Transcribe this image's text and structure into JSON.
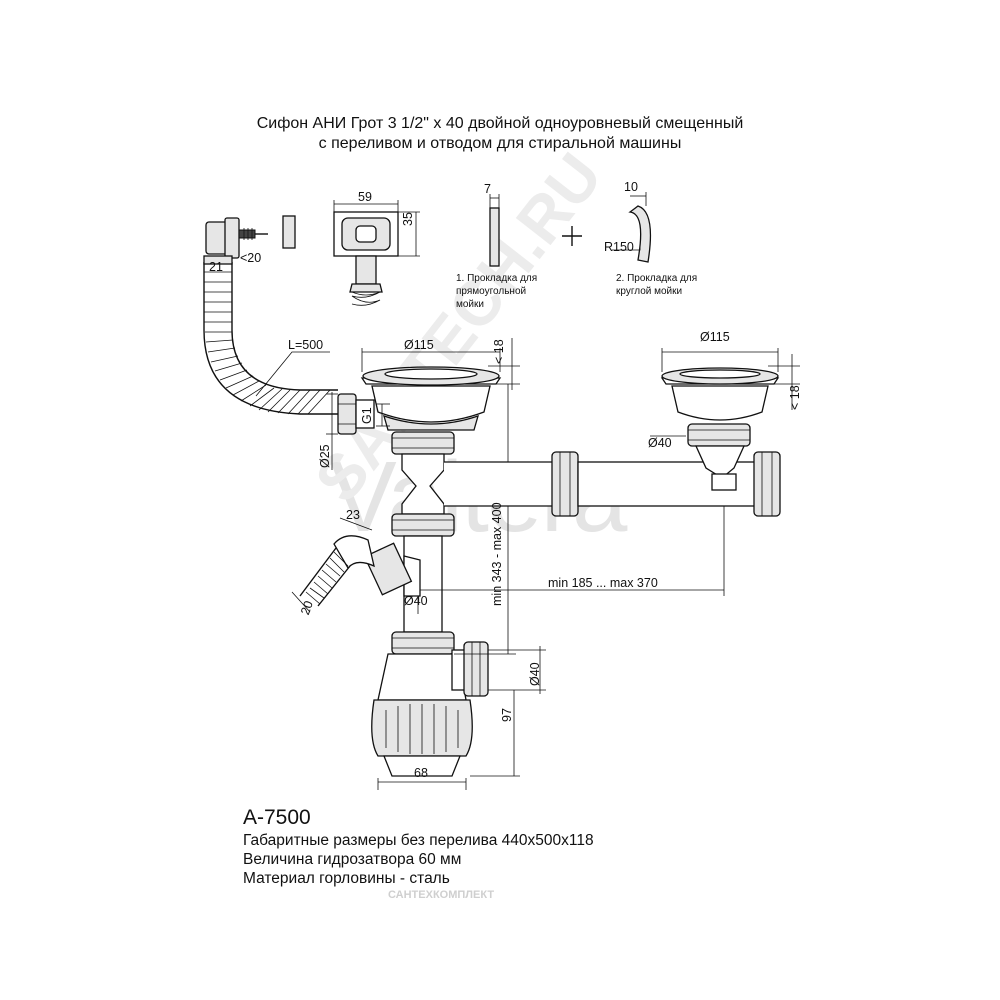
{
  "title": {
    "line1": "Сифон АНИ Грот 3 1/2\" х 40 двойной одноуровневый смещенный",
    "line2": "с переливом и отводом для стиральной машины"
  },
  "dimensions": {
    "d21": "21",
    "d20_small": "<20",
    "d59": "59",
    "d35": "35",
    "d7": "7",
    "d10": "10",
    "r150": "R150",
    "l500": "L=500",
    "dia115_left": "Ø115",
    "lt18_left": "< 18",
    "g1": "G1",
    "dia25": "Ø25",
    "dia115_right": "Ø115",
    "lt18_right": "< 18",
    "dia40_right": "Ø40",
    "height_range": "min 343 - max 400",
    "d23": "23",
    "d20": "20",
    "width_range": "min 185 ... max 370",
    "dia40_center": "Ø40",
    "dia40_outlet": "Ø40",
    "d97": "97",
    "d68": "68"
  },
  "notes": {
    "gasket1": "1. Прокладка для прямоугольной мойки",
    "gasket2": "2. Прокладка для круглой мойки",
    "plus": "+"
  },
  "specs": {
    "model": "А-7500",
    "line1": "Габаритные размеры без перелива 440х500х118",
    "line2": "Величина гидрозатвора 60 мм",
    "line3": "Материал горловины - сталь"
  },
  "watermarks": {
    "brand": "Valtera",
    "site": "SANTECH.RU",
    "footer": "САНТЕХКОМПЛЕКТ"
  },
  "colors": {
    "line": "#111111",
    "watermark": "#d8d8d8"
  }
}
